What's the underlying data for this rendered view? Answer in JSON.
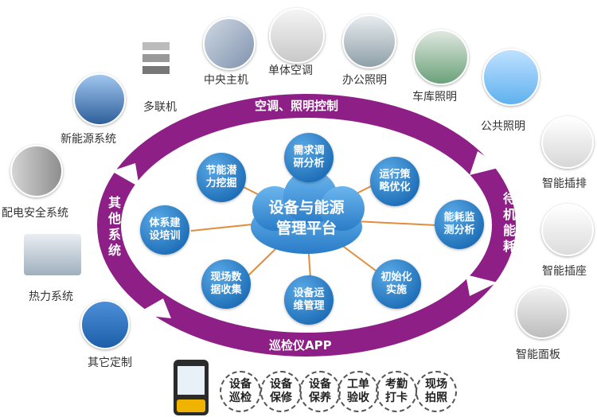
{
  "center": {
    "line1": "设备与能源",
    "line2": "管理平台"
  },
  "bands": {
    "top": "空调、照明控制",
    "bottom": "巡检仪APP",
    "left": "其他系统",
    "right": "待机能耗"
  },
  "inner_nodes": [
    {
      "id": "demand",
      "text": "需求调研分析"
    },
    {
      "id": "operation",
      "text": "运行策略优化"
    },
    {
      "id": "energy",
      "text": "能耗监测分析"
    },
    {
      "id": "init",
      "text": "初始化实施"
    },
    {
      "id": "maint",
      "text": "设备运维管理"
    },
    {
      "id": "collect",
      "text": "现场数据收集"
    },
    {
      "id": "system",
      "text": "体系建设培训"
    },
    {
      "id": "potential",
      "text": "节能潜力挖掘"
    }
  ],
  "outer_items": [
    {
      "id": "multi",
      "label": "多联机"
    },
    {
      "id": "central",
      "label": "中央主机"
    },
    {
      "id": "single",
      "label": "单体空调"
    },
    {
      "id": "office",
      "label": "办公照明"
    },
    {
      "id": "garage",
      "label": "车库照明"
    },
    {
      "id": "public",
      "label": "公共照明"
    },
    {
      "id": "strip",
      "label": "智能插排"
    },
    {
      "id": "socket",
      "label": "智能插座"
    },
    {
      "id": "panel",
      "label": "智能面板"
    },
    {
      "id": "newenergy",
      "label": "新能源系统"
    },
    {
      "id": "power",
      "label": "配电安全系统"
    },
    {
      "id": "heat",
      "label": "热力系统"
    },
    {
      "id": "other",
      "label": "其它定制"
    }
  ],
  "app_items": [
    {
      "id": "inspect",
      "text": "设备巡检"
    },
    {
      "id": "repair",
      "text": "设备保修"
    },
    {
      "id": "upkeep",
      "text": "设备保养"
    },
    {
      "id": "order",
      "text": "工单验收"
    },
    {
      "id": "attend",
      "text": "考勤打卡"
    },
    {
      "id": "photo",
      "text": "现场拍照"
    }
  ],
  "colors": {
    "ring": "#8e1f86",
    "node": "#2f80c8",
    "cloud": "#3b8fd6"
  }
}
